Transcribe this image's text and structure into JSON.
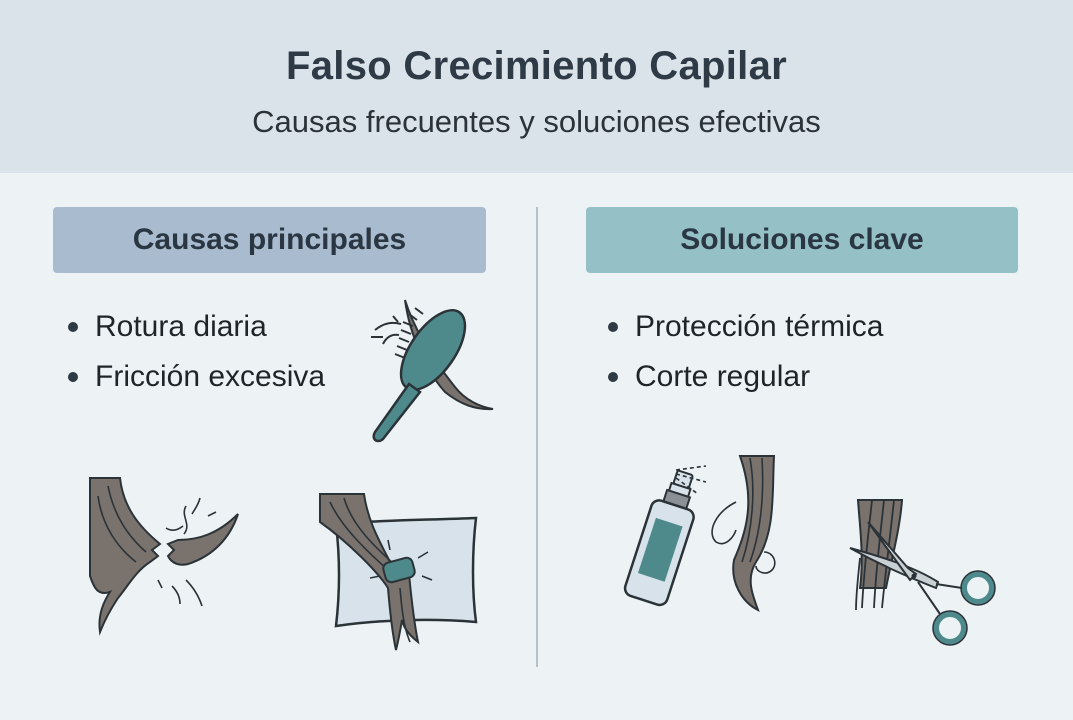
{
  "header": {
    "title": "Falso Crecimiento Capilar",
    "subtitle": "Causas frecuentes y soluciones efectivas"
  },
  "sections": {
    "causes": {
      "heading": "Causas principales",
      "items": [
        "Rotura diaria",
        "Fricción excesiva"
      ],
      "illustrations": [
        "hairbrush-with-hair",
        "broken-hair-strand",
        "hair-tie-on-pillow"
      ]
    },
    "solutions": {
      "heading": "Soluciones clave",
      "items": [
        "Protección térmica",
        "Corte regular"
      ],
      "illustrations": [
        "heat-protectant-spray",
        "scissors-trimming-hair"
      ]
    }
  },
  "colors": {
    "header_bg": "#dbe3ea",
    "page_bg": "#edf3f5",
    "causes_heading_bg": "#a9bccf",
    "solutions_heading_bg": "#94c0c6",
    "hair": "#7a726d",
    "accent_teal": "#4e8a8c",
    "outline": "#2b3338"
  }
}
